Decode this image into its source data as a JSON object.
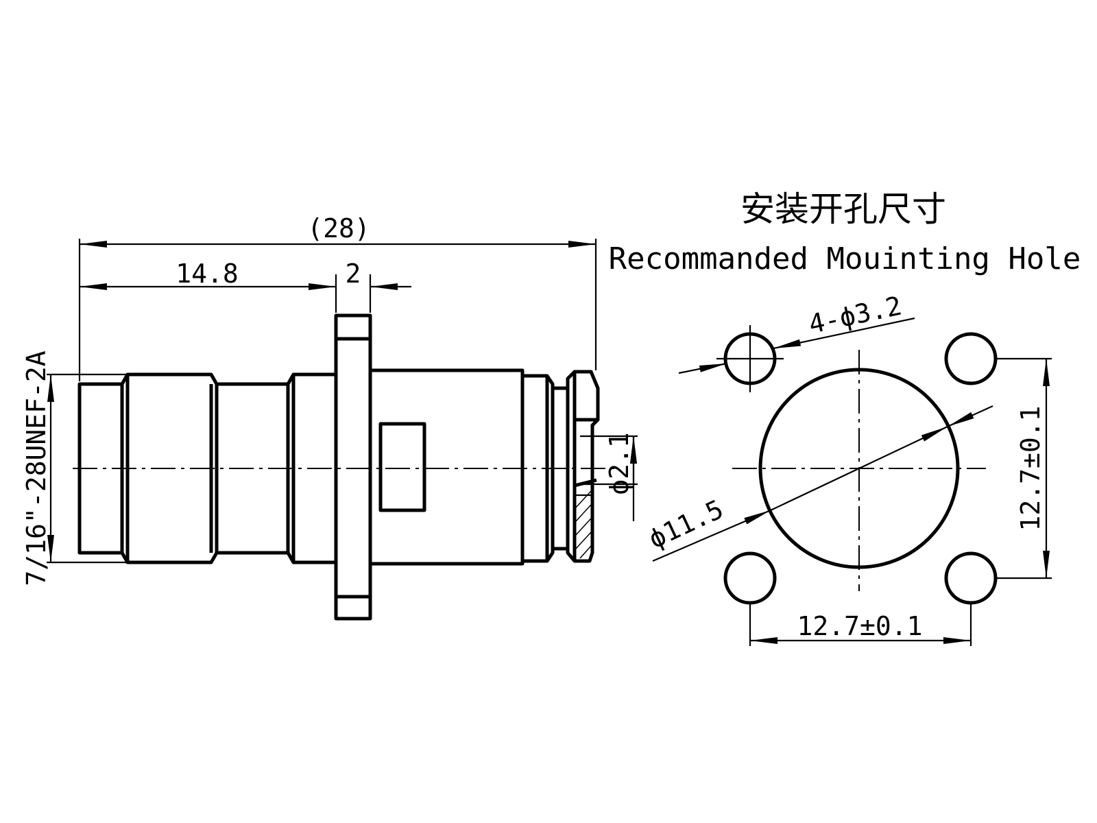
{
  "side_view": {
    "overall_length": "(28)",
    "front_length": "14.8",
    "flange_thickness": "2",
    "thread_spec": "7/16\"-28UNEF-2A",
    "pin_diameter": "ϕ2.1"
  },
  "mounting_hole": {
    "title_cn": "安装开孔尺寸",
    "title_en": "Recommanded Mouinting Hole",
    "screw_holes": "4-ϕ3.2",
    "center_hole": "ϕ11.5",
    "vertical_spacing": "12.7±0.1",
    "horizontal_spacing": "12.7±0.1"
  }
}
